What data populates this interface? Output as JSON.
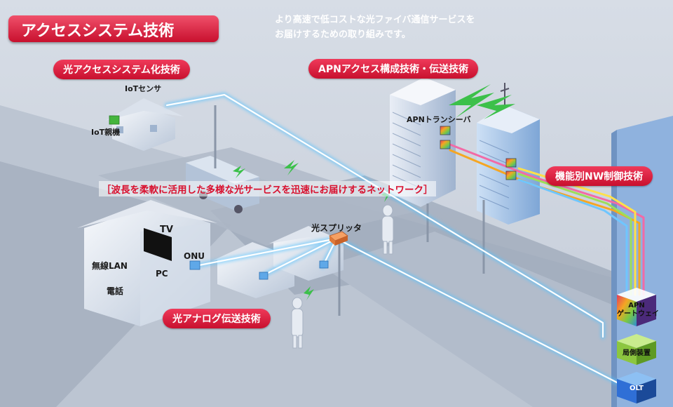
{
  "header": {
    "title": "アクセスシステム技術",
    "description_line1": "より高速で低コストな光ファイバ通信サービスを",
    "description_line2": "お届けするための取り組みです。"
  },
  "technology_labels": {
    "optical_access_system": "光アクセスシステム化技術",
    "apn_access": "APNアクセス構成技術・伝送技術",
    "function_nw_control": "機能別NW制御技術",
    "optical_analog": "光アナログ伝送技術"
  },
  "banner": "［波長を柔軟に活用した多様な光サービスを迅速にお届けするネットワーク］",
  "devices": {
    "iot_sensor": "IoTセンサ",
    "iot_master": "IoT親機",
    "tv": "TV",
    "wireless_lan": "無線LAN",
    "pc": "PC",
    "phone": "電話",
    "onu": "ONU",
    "splitter": "光スプリッタ",
    "apn_transceiver": "APNトランシーバ",
    "apn_gateway_line1": "APN",
    "apn_gateway_line2": "ゲートウェイ",
    "central_equipment": "局側装置",
    "olt": "OLT"
  },
  "colors": {
    "accent_red": "#c8102e",
    "fiber_blue": "#2aa8ff",
    "gateway_purple": "#7b3fa0",
    "equipment_green": "#8cc63f",
    "olt_blue": "#2f6fd6"
  }
}
